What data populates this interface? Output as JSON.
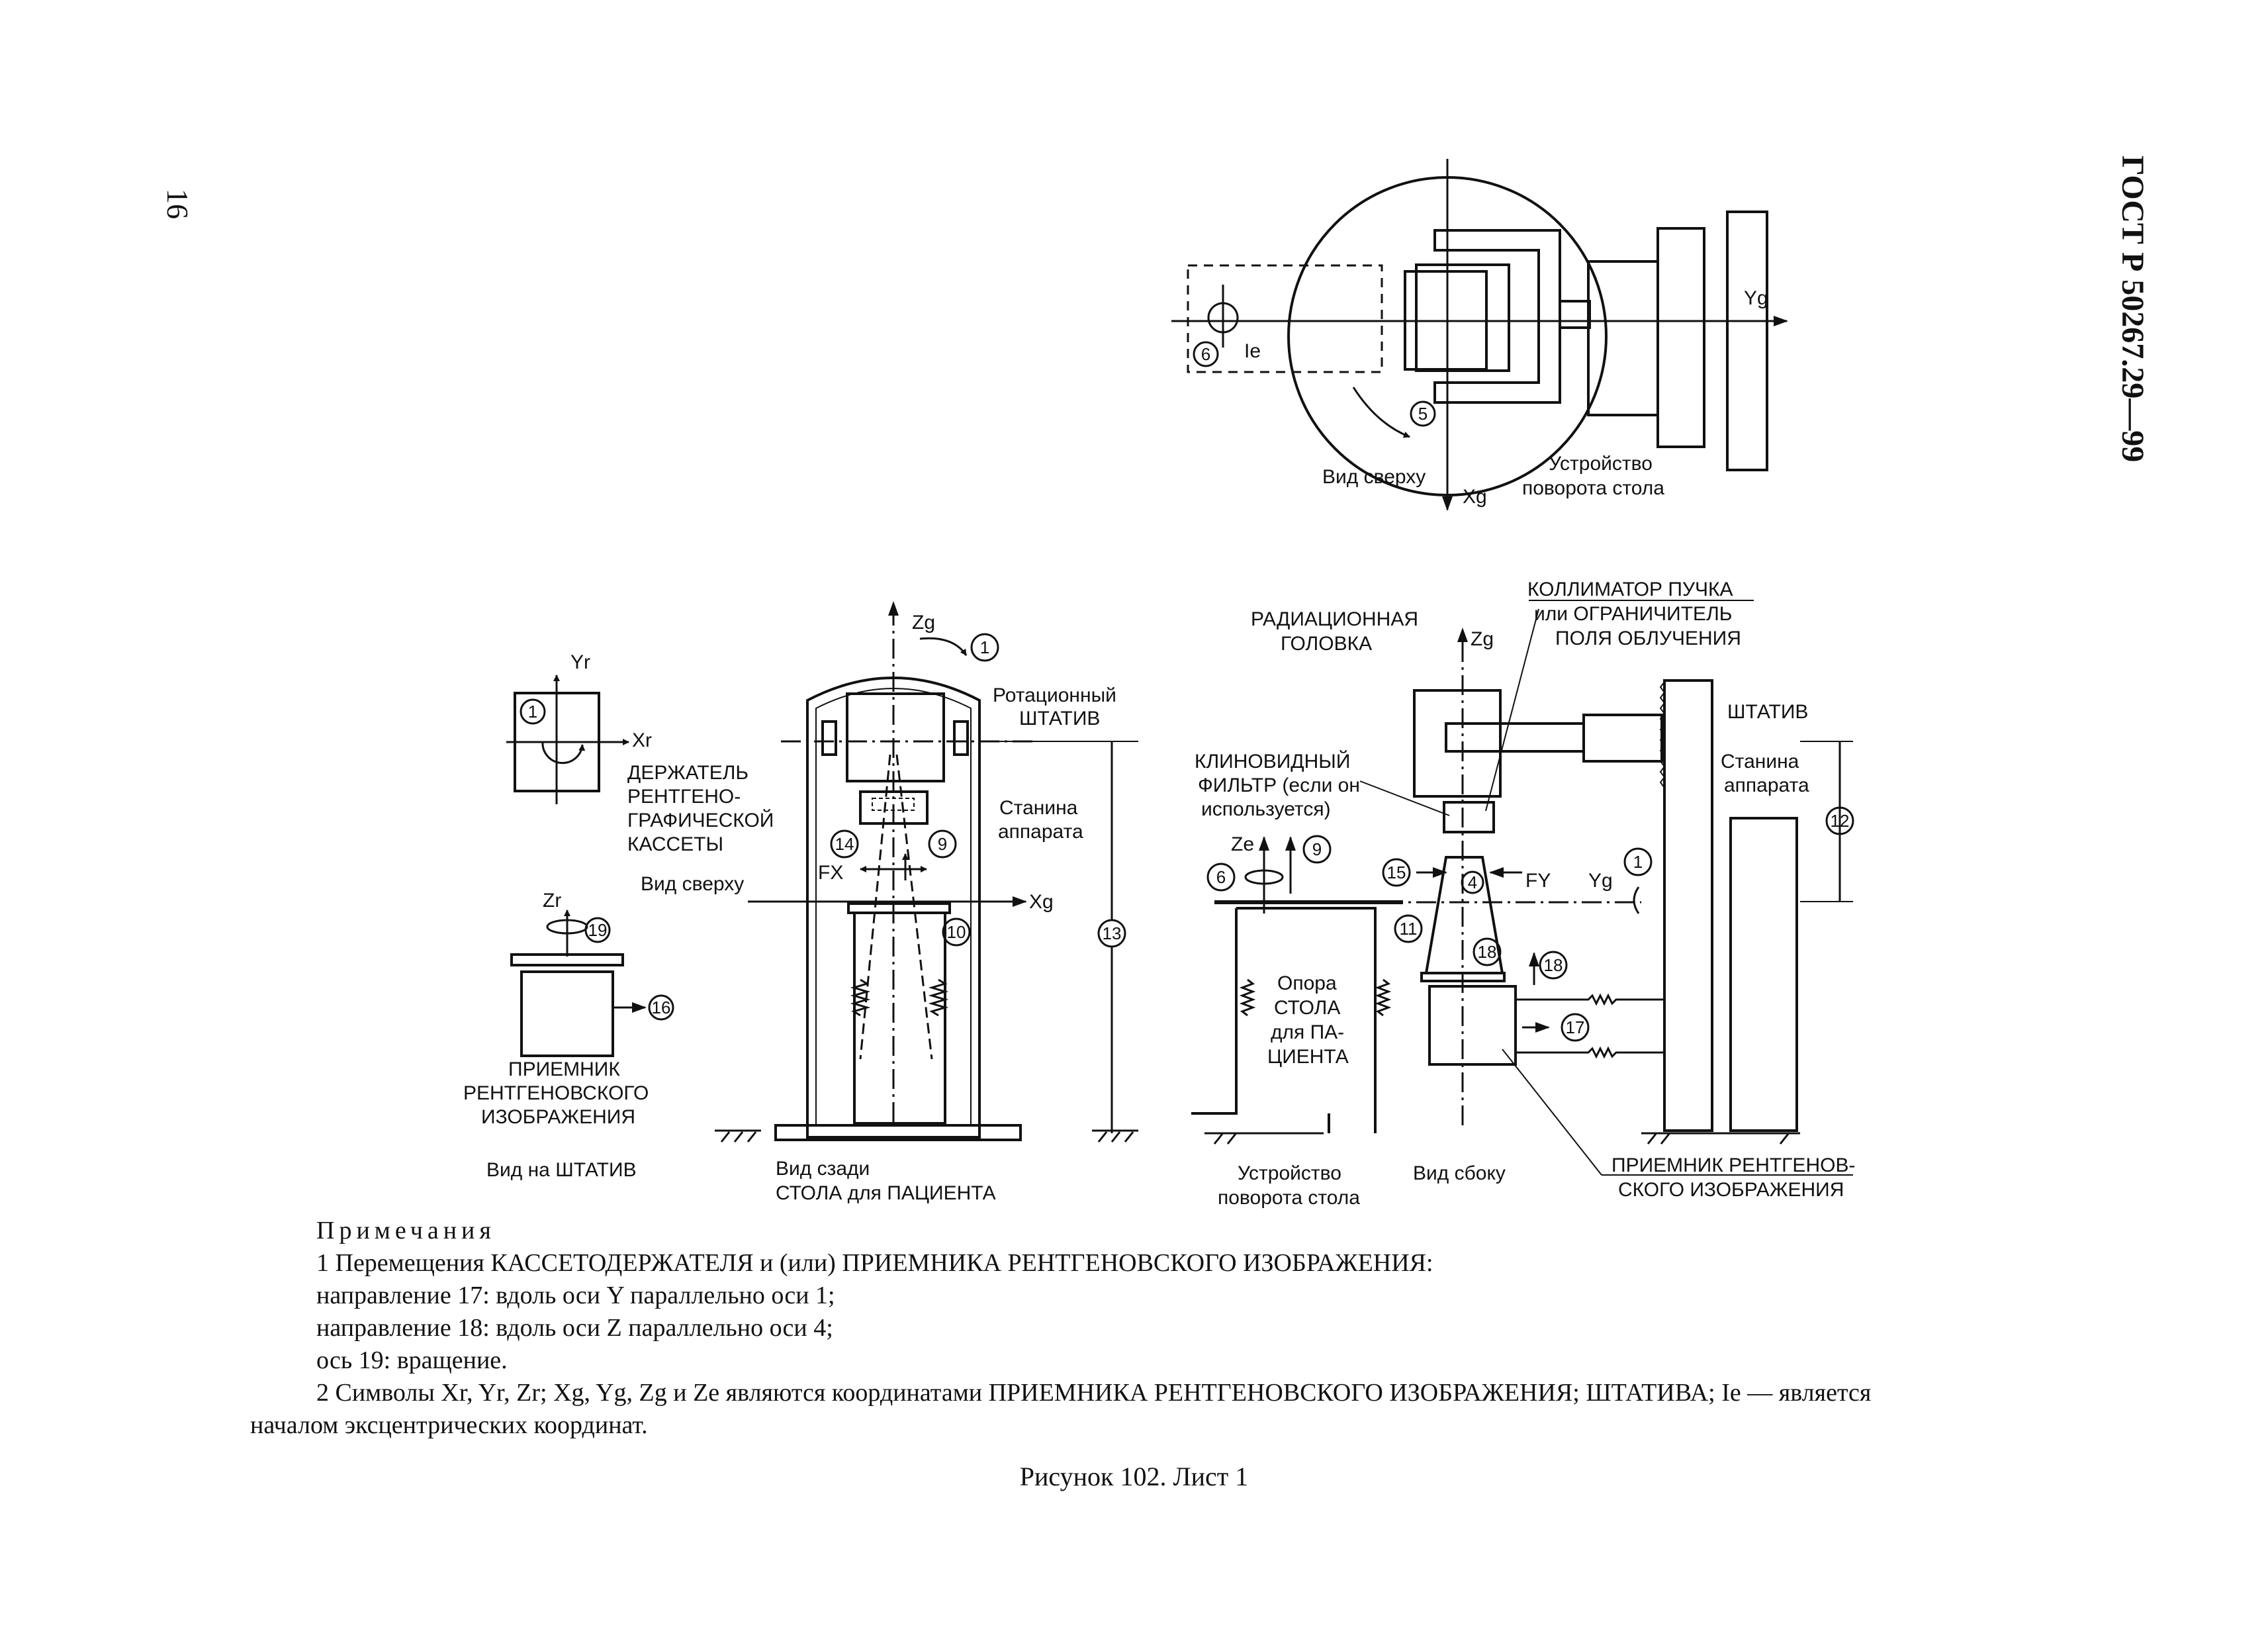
{
  "page_number": "16",
  "standard": "ГОСТ Р 50267.29—99",
  "top_view": {
    "axis_yg": "Yg",
    "axis_xg": "Xg",
    "eccentric": "Ie",
    "num_6": "6",
    "num_5": "5",
    "view_label": "Вид сверху",
    "rotation_device_1": "Устройство",
    "rotation_device_2": "поворота стола"
  },
  "left_view": {
    "axis_yr": "Yr",
    "axis_xr": "Xr",
    "num_1": "1",
    "holder_1": "ДЕРЖАТЕЛЬ",
    "holder_2": "РЕНТГЕНО-",
    "holder_3": "ГРАФИЧЕСКОЙ",
    "holder_4": "КАССЕТЫ",
    "holder_view": "Вид сверху",
    "axis_zr": "Zr",
    "num_19": "19",
    "num_16": "16",
    "receiver_1": "ПРИЕМНИК",
    "receiver_2": "РЕНТГЕНОВСКОГО",
    "receiver_3": "ИЗОБРАЖЕНИЯ",
    "stand_view": "Вид на ШТАТИВ"
  },
  "middle_view": {
    "axis_zg": "Zg",
    "axis_xg": "Xg",
    "num_1": "1",
    "rot_stand_1": "Ротационный",
    "rot_stand_2": "ШТАТИВ",
    "frame_1": "Станина",
    "frame_2": "аппарата",
    "num_14": "14",
    "num_9": "9",
    "fx": "FX",
    "num_10": "10",
    "num_13": "13",
    "back_view_1": "Вид сзади",
    "back_view_2": "СТОЛА для ПАЦИЕНТА"
  },
  "right_view": {
    "rad_head_1": "РАДИАЦИОННАЯ",
    "rad_head_2": "ГОЛОВКА",
    "axis_zg": "Zg",
    "collimator_1": "КОЛЛИМАТОР ПУЧКА",
    "collimator_2": "или ОГРАНИЧИТЕЛЬ",
    "collimator_3": "ПОЛЯ ОБЛУЧЕНИЯ",
    "stand": "ШТАТИВ",
    "frame_1": "Станина",
    "frame_2": "аппарата",
    "wedge_1": "КЛИНОВИДНЫЙ",
    "wedge_2": "ФИЛЬТР (если он",
    "wedge_3": "используется)",
    "axis_ze": "Ze",
    "num_9": "9",
    "num_6": "6",
    "num_15": "15",
    "num_4": "4",
    "fy": "FY",
    "axis_yg": "Yg",
    "num_1": "1",
    "num_12": "12",
    "num_11": "11",
    "num_18a": "18",
    "num_18b": "18",
    "num_17": "17",
    "support_1": "Опора",
    "support_2": "СТОЛА",
    "support_3": "для ПА-",
    "support_4": "ЦИЕНТА",
    "rotation_device_1": "Устройство",
    "rotation_device_2": "поворота стола",
    "side_view": "Вид сбоку",
    "receiver_1": "ПРИЕМНИК РЕНТГЕНОВ-",
    "receiver_2": "СКОГО ИЗОБРАЖЕНИЯ"
  },
  "notes": {
    "heading": "Примечания",
    "line1": "1 Перемещения КАССЕТОДЕРЖАТЕЛЯ и (или) ПРИЕМНИКА РЕНТГЕНОВСКОГО ИЗОБРАЖЕНИЯ:",
    "line2": "направление 17: вдоль оси Y параллельно оси 1;",
    "line3": "направление 18: вдоль оси Z параллельно оси 4;",
    "line4": "ось 19: вращение.",
    "line5": "2 Символы Xr, Yr, Zr; Xg, Yg, Zg и Ze являются координатами ПРИЕМНИКА РЕНТГЕНОВСКОГО ИЗОБРАЖЕНИЯ; ШТАТИВА; Ie — является",
    "line6": "началом эксцентрических координат."
  },
  "caption": "Рисунок 102. Лист 1"
}
